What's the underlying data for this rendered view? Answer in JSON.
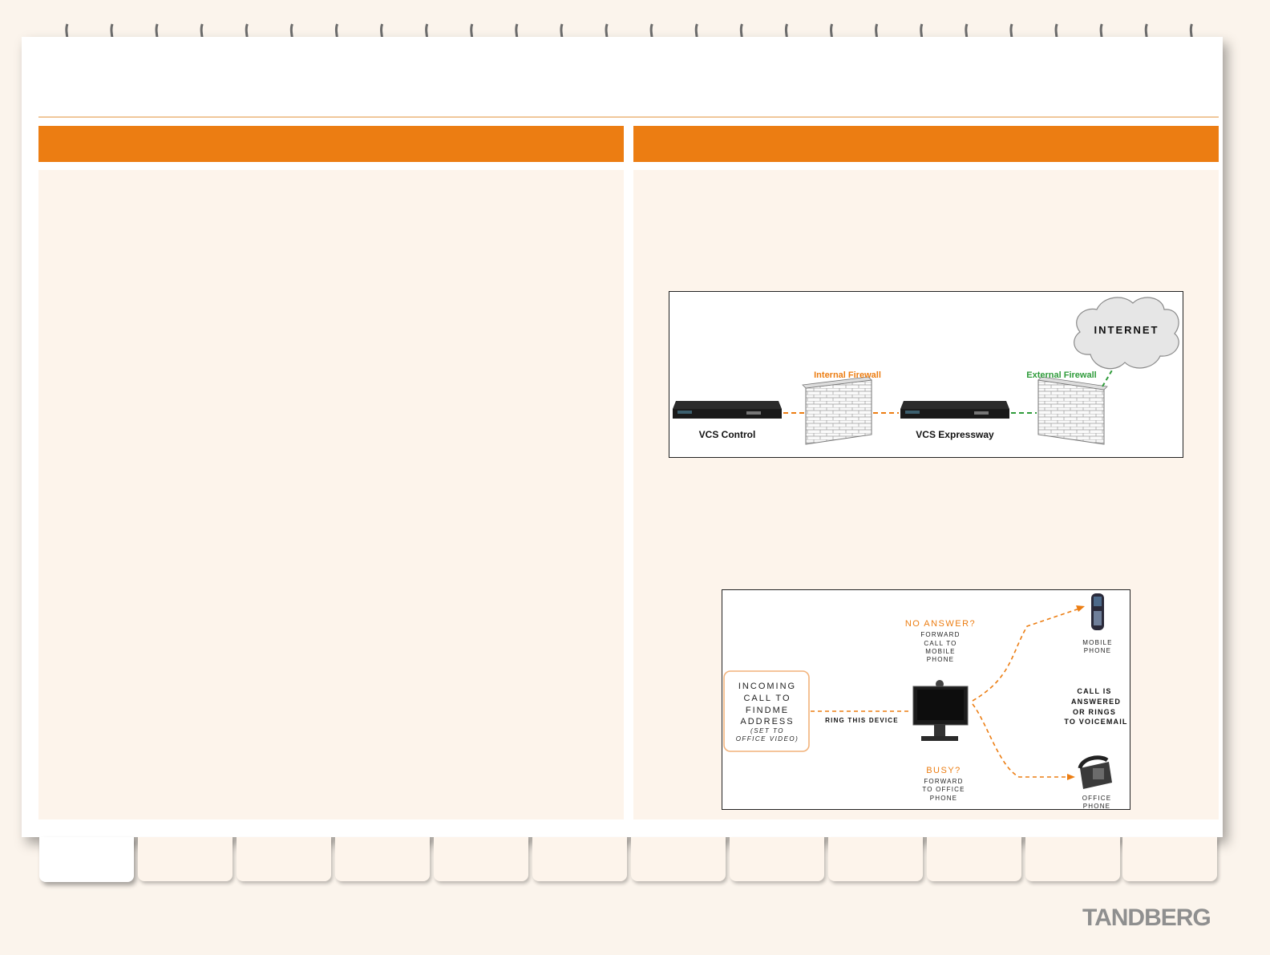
{
  "diagram1": {
    "internet_label": "INTERNET",
    "internal_firewall_label": "Internal Firewall",
    "external_firewall_label": "External Firewall",
    "vcs_control_label": "VCS Control",
    "vcs_expressway_label": "VCS Expressway",
    "colors": {
      "internal": "#ec7d12",
      "external": "#2e9b3a"
    }
  },
  "diagram2": {
    "incoming_lines": [
      "INCOMING",
      "CALL TO",
      "FINDME",
      "ADDRESS"
    ],
    "incoming_sub_lines": [
      "(SET TO",
      "OFFICE VIDEO)"
    ],
    "ring_label": "RING THIS DEVICE",
    "no_answer_title": "NO ANSWER?",
    "no_answer_lines": [
      "FORWARD",
      "CALL TO",
      "MOBILE",
      "PHONE"
    ],
    "mobile_lines": [
      "MOBILE",
      "PHONE"
    ],
    "answered_lines": [
      "CALL IS",
      "ANSWERED",
      "OR RINGS",
      "TO VOICEMAIL"
    ],
    "busy_title": "BUSY?",
    "busy_lines": [
      "FORWARD",
      "TO OFFICE",
      "PHONE"
    ],
    "office_lines": [
      "OFFICE",
      "PHONE"
    ]
  },
  "brand": {
    "logo_text": "TANDBERG",
    "accent": "#ec7d12"
  }
}
